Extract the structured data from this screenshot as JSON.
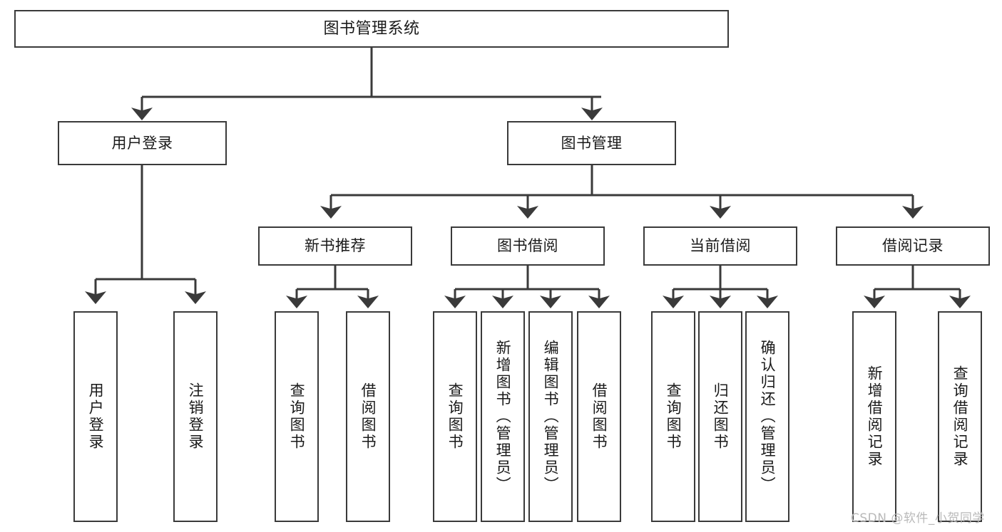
{
  "diagram": {
    "title": "图书管理系统",
    "type": "tree-hierarchy-chart",
    "stroke_color": "#3a3a3a",
    "fill_color": "#ffffff",
    "text_color": "#1a1a1a"
  },
  "nodes": {
    "root": {
      "label": "图书管理系统"
    },
    "level2": [
      {
        "label": "用户登录"
      },
      {
        "label": "图书管理"
      }
    ],
    "level3": [
      {
        "label": "新书推荐"
      },
      {
        "label": "图书借阅"
      },
      {
        "label": "当前借阅"
      },
      {
        "label": "借阅记录"
      }
    ],
    "leaves": {
      "user_login": [
        {
          "label": "用户登录"
        },
        {
          "label": "注销登录"
        }
      ],
      "new_book_recommend": [
        {
          "label": "查询图书"
        },
        {
          "label": "借阅图书"
        }
      ],
      "book_borrow": [
        {
          "label": "查询图书"
        },
        {
          "label": "新增图书（管理员）"
        },
        {
          "label": "编辑图书（管理员）"
        },
        {
          "label": "借阅图书"
        }
      ],
      "current_borrow": [
        {
          "label": "查询图书"
        },
        {
          "label": "归还图书"
        },
        {
          "label": "确认归还（管理员）"
        }
      ],
      "borrow_record": [
        {
          "label": "新增借阅记录"
        },
        {
          "label": "查询借阅记录"
        }
      ]
    }
  },
  "watermark": {
    "text": "CSDN @软件_小贺同学"
  }
}
